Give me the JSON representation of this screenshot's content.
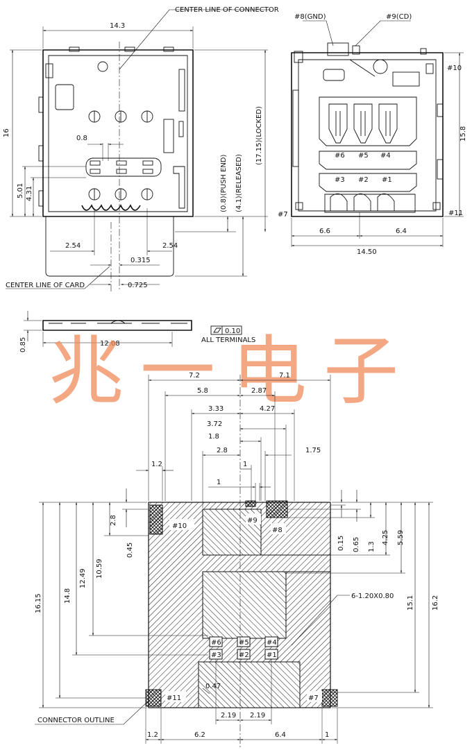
{
  "watermark": "兆一电子",
  "notes": {
    "center_line_connector": "CENTER LINE OF CONNECTOR",
    "center_line_card": "CENTER LINE OF CARD",
    "connector_outline": "CONNECTOR OUTLINE",
    "all_terminals": "ALL TERMINALS",
    "flatness_tol": "0.10",
    "pad_spec": "6-1.20X0.80"
  },
  "top_left_dims": {
    "width": "14.3",
    "height": "16",
    "pitch_08": "0.8",
    "d501": "5.01",
    "d431": "4.31",
    "d254_left": "2.54",
    "d254_right": "2.54",
    "d0315": "0.315",
    "d0725": "0.725",
    "push_end": "(0.8)(PUSH END)",
    "released": "(4.1)(RELEASED)",
    "locked": "(17.15)(LOCKED)"
  },
  "top_right_dims": {
    "pin8": "#8(GND)",
    "pin9": "#9(CD)",
    "pin10": "#10",
    "pin7": "#7",
    "pin11": "#11",
    "height": "15.8",
    "left": "6.6",
    "right": "6.4",
    "width": "14.50",
    "pins_top": [
      "#6",
      "#5",
      "#4"
    ],
    "pins_bottom": [
      "#3",
      "#2",
      "#1"
    ]
  },
  "side_dims": {
    "height": "0.85",
    "length": "12.08"
  },
  "layout_dims": {
    "top": [
      "7.2",
      "7.1",
      "5.8",
      "2.87",
      "3.33",
      "4.27",
      "3.72",
      "1.8",
      "2.8",
      "1",
      "1.75",
      "1.2",
      "1"
    ],
    "left": [
      "16.15",
      "14.8",
      "12.49",
      "10.59",
      "2.8",
      "0.45"
    ],
    "right": [
      "0.15",
      "0.65",
      "1.3",
      "4.25",
      "5.59",
      "15.1",
      "16.2"
    ],
    "bottom": [
      "1.2",
      "6.2",
      "6.4",
      "1",
      "2.19",
      "2.19",
      "0.47"
    ],
    "pads": [
      "#10",
      "#9",
      "#8",
      "#6",
      "#5",
      "#4",
      "#3",
      "#2",
      "#1",
      "#11",
      "#7"
    ]
  }
}
